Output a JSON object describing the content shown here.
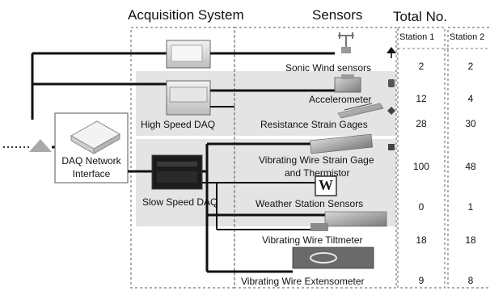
{
  "headers": {
    "acquisition": "Acquisition System",
    "sensors": "Sensors",
    "total": "Total No."
  },
  "stations": [
    "Station 1",
    "Station 2"
  ],
  "daq_network": {
    "line1": "DAQ Network",
    "line2": "Interface"
  },
  "daq_units": {
    "high": "High Speed DAQ",
    "slow": "Slow Speed DAQ"
  },
  "sensors": [
    {
      "label": "Sonic Wind sensors",
      "station1": "2",
      "station2": "2",
      "icon": "antenna-icon"
    },
    {
      "label": "Accelerometer",
      "station1": "12",
      "station2": "4",
      "icon": "cylinder-icon"
    },
    {
      "label": "Resistance Strain Gages",
      "station1": "28",
      "station2": "30",
      "icon": "diamond-icon"
    },
    {
      "label": "Vibrating Wire Strain Gage",
      "label2": "and Thermistor",
      "station1": "100",
      "station2": "48",
      "icon": "square-icon"
    },
    {
      "label": "Weather Station Sensors",
      "station1": "0",
      "station2": "1",
      "icon": "weather-w-icon"
    },
    {
      "label": "Vibrating Wire Tiltmeter",
      "station1": "18",
      "station2": "18",
      "icon": "tiltmeter-icon"
    },
    {
      "label": "Vibrating Wire Extensometer",
      "station1": "9",
      "station2": "8",
      "icon": "extensometer-icon"
    }
  ],
  "weather_icon_text": "W"
}
